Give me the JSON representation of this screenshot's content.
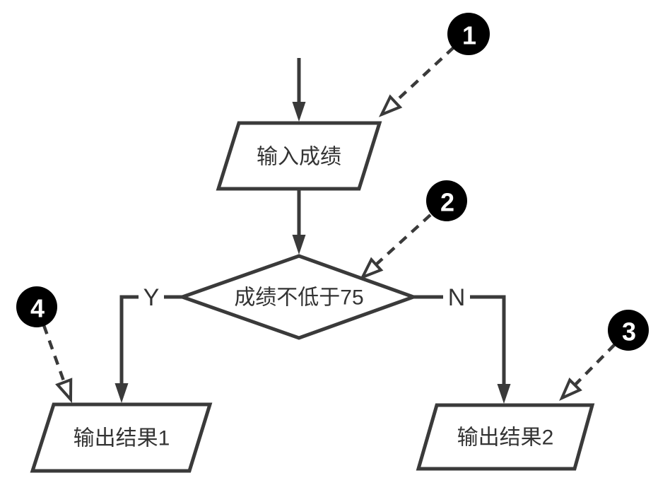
{
  "diagram": {
    "type": "flowchart",
    "colors": {
      "background": "#ffffff",
      "stroke": "#3a3a3a",
      "text": "#333333",
      "callout_fill": "#000000",
      "callout_text": "#ffffff"
    },
    "nodes": {
      "input": {
        "shape": "parallelogram",
        "label": "输入成绩"
      },
      "decision": {
        "shape": "diamond",
        "label": "成绩不低于75"
      },
      "output1": {
        "shape": "parallelogram",
        "label": "输出结果1"
      },
      "output2": {
        "shape": "parallelogram",
        "label": "输出结果2"
      }
    },
    "branches": {
      "yes": "Y",
      "no": "N"
    },
    "callouts": [
      {
        "number": "1",
        "points_to": "input node"
      },
      {
        "number": "2",
        "points_to": "decision node"
      },
      {
        "number": "3",
        "points_to": "output2 node"
      },
      {
        "number": "4",
        "points_to": "output1 node"
      }
    ]
  }
}
